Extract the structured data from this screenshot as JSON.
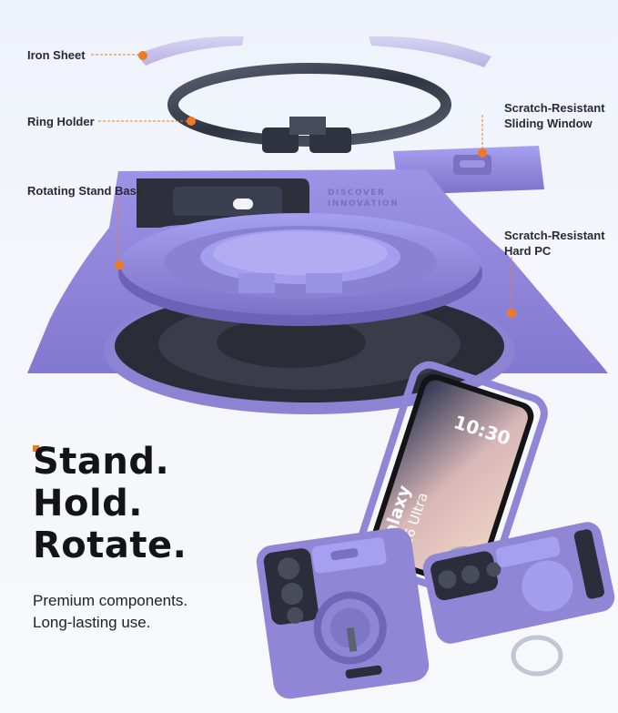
{
  "callouts": {
    "iron_sheet": "Iron Sheet",
    "ring_holder": "Ring Holder",
    "rotating_base": "Rotating Stand Base",
    "sliding_window_1": "Scratch-Resistant",
    "sliding_window_2": "Sliding Window",
    "hard_pc_1": "Scratch-Resistant",
    "hard_pc_2": "Hard PC"
  },
  "headline": {
    "line1": "Stand.",
    "line2": "Hold.",
    "line3": "Rotate."
  },
  "tagline": {
    "line1": "Premium components.",
    "line2": "Long-lasting use."
  },
  "phone_screen": {
    "time": "10:30",
    "model_line1": "Galaxy",
    "model_line2": "S26 Ultra"
  },
  "case_emboss": {
    "line1": "DISCOVER",
    "line2": "INNOVATION"
  },
  "colors": {
    "case_purple": "#8f86d6",
    "case_purple_dark": "#6e64b8",
    "callout_orange": "#f07a22",
    "ring_metal": "#3b4150",
    "background": "#eef2fb"
  }
}
